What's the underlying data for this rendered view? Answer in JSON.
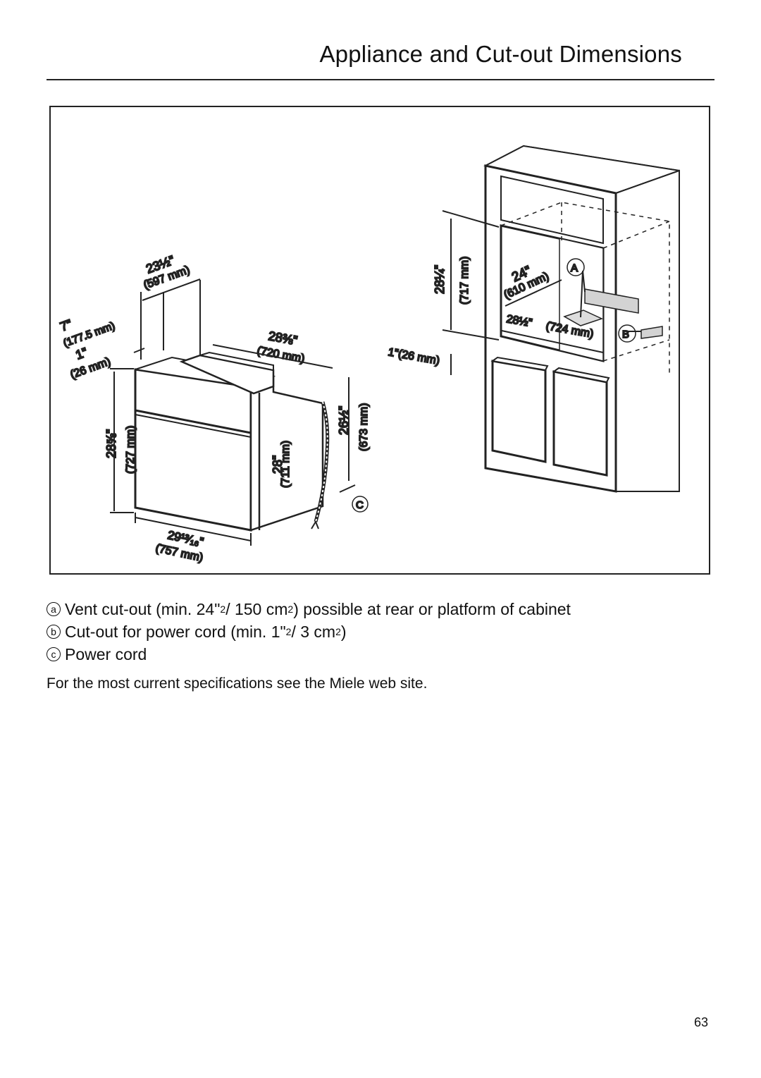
{
  "header": {
    "title": "Appliance and Cut-out Dimensions"
  },
  "figure": {
    "oven": {
      "depth_top_in": "23½\"",
      "depth_top_mm": "(597 mm)",
      "control_offset_in": "7\"",
      "control_offset_mm": "(177.5 mm)",
      "front_offset_in": "1\"",
      "front_offset_mm": "(26 mm)",
      "width_in": "28⅜\"",
      "width_mm": "(720 mm)",
      "height_in": "28⅝\"",
      "height_mm": "(727 mm)",
      "body_height_in": "28\"",
      "body_height_mm": "(711 mm)",
      "cord_height_in": "26½\"",
      "cord_height_mm": "(673 mm)",
      "total_depth_in": "29¹³⁄₁₆\"",
      "total_depth_mm": "(757 mm)"
    },
    "cabinet": {
      "niche_height_in": "28¼\"",
      "niche_height_mm": "(717 mm)",
      "niche_depth_in": "24\"",
      "niche_depth_mm": "(610 mm)",
      "niche_width_in": "28½\"",
      "niche_width_mm": "(724 mm)",
      "base_gap": "1\"(26 mm)"
    },
    "callouts": {
      "a": "A",
      "b": "B",
      "c": "C"
    }
  },
  "legend": [
    {
      "marker": "a",
      "text_before": "Vent cut-out (min. 24\"",
      "sup1": "2",
      "text_mid": " / 150 cm",
      "sup2": "2",
      "text_after": ") possible at rear or platform of cabinet"
    },
    {
      "marker": "b",
      "text_before": "Cut-out for power cord (min. 1\"",
      "sup1": "2",
      "text_mid": " / 3 cm",
      "sup2": "2",
      "text_after": ")"
    },
    {
      "marker": "c",
      "text_before": "Power cord",
      "sup1": "",
      "text_mid": "",
      "sup2": "",
      "text_after": ""
    }
  ],
  "note": "For the most current specifications see the Miele web site.",
  "page_number": "63"
}
